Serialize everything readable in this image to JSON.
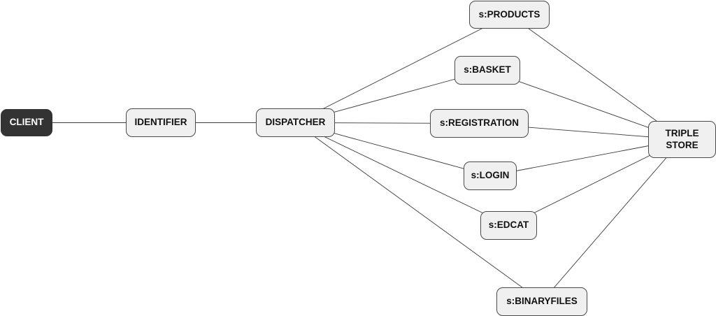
{
  "diagram": {
    "nodes": [
      {
        "id": "client",
        "label": "CLIENT",
        "style": "dark"
      },
      {
        "id": "identifier",
        "label": "IDENTIFIER",
        "style": "light"
      },
      {
        "id": "dispatcher",
        "label": "DISPATCHER",
        "style": "light"
      },
      {
        "id": "products",
        "label": "s:PRODUCTS",
        "style": "light"
      },
      {
        "id": "basket",
        "label": "s:BASKET",
        "style": "light"
      },
      {
        "id": "registration",
        "label": "s:REGISTRATION",
        "style": "light"
      },
      {
        "id": "login",
        "label": "s:LOGIN",
        "style": "light"
      },
      {
        "id": "edcat",
        "label": "s:EDCAT",
        "style": "light"
      },
      {
        "id": "binaryfiles",
        "label": "s:BINARYFILES",
        "style": "light"
      },
      {
        "id": "triplestore",
        "label": "TRIPLE\nSTORE",
        "style": "light"
      }
    ],
    "edges": [
      [
        "client",
        "identifier"
      ],
      [
        "identifier",
        "dispatcher"
      ],
      [
        "dispatcher",
        "products"
      ],
      [
        "dispatcher",
        "basket"
      ],
      [
        "dispatcher",
        "registration"
      ],
      [
        "dispatcher",
        "login"
      ],
      [
        "dispatcher",
        "edcat"
      ],
      [
        "dispatcher",
        "binaryfiles"
      ],
      [
        "products",
        "triplestore"
      ],
      [
        "basket",
        "triplestore"
      ],
      [
        "registration",
        "triplestore"
      ],
      [
        "login",
        "triplestore"
      ],
      [
        "edcat",
        "triplestore"
      ],
      [
        "binaryfiles",
        "triplestore"
      ]
    ],
    "colors": {
      "node_fill": "#f0f0f0",
      "node_border": "#4a4a4a",
      "dark_fill": "#333333",
      "dark_text": "#ffffff",
      "edge": "#3a3a3a"
    }
  }
}
